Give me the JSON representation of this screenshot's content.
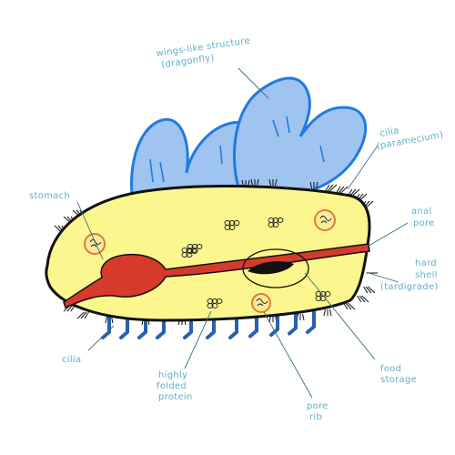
{
  "labels": {
    "wings": [
      "wings-like structure",
      "(dragonfly)"
    ],
    "cilia_top": [
      "cilia",
      "(paramecium)"
    ],
    "stomach": [
      "stomach"
    ],
    "anal_pore": [
      "anal",
      "pore"
    ],
    "hard_shell": [
      "hard",
      "shell",
      "(tardigrade)"
    ],
    "food_storage": [
      "food",
      "storage"
    ],
    "pore": [
      "pore",
      "rib"
    ],
    "highly_folded": [
      "highly",
      "folded",
      "protein"
    ],
    "cilia_bottom": [
      "cilia"
    ]
  },
  "colors": {
    "body_fill": "#fbf68d",
    "body_outline": "#111111",
    "digestive_tract": "#d63a2b",
    "wing_fill": "#9fc4f0",
    "wing_outline": "#1f7be0",
    "legs": "#2b5fb0",
    "label_text": "#5fb0c9"
  }
}
